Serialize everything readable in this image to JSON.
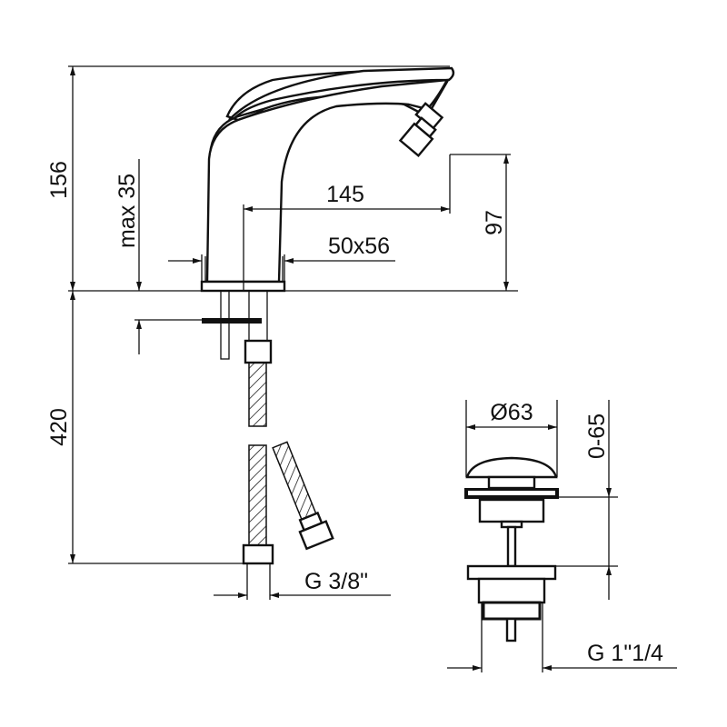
{
  "dimensions": {
    "height_total": "156",
    "deck_max": "max 35",
    "spout_reach": "145",
    "base_size": "50x56",
    "spout_height": "97",
    "hose_length": "420",
    "hose_thread": "G 3/8\"",
    "drain_diameter": "Ø63",
    "drain_range": "0-65",
    "drain_thread": "G 1\"1/4"
  },
  "colors": {
    "line": "#111111",
    "background": "#ffffff"
  }
}
